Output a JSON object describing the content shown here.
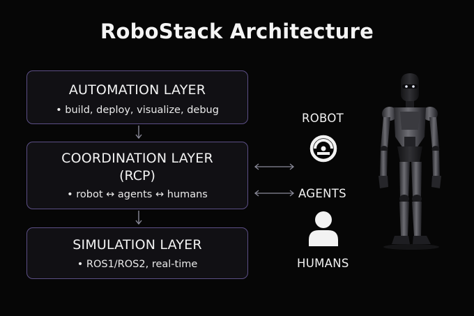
{
  "title": "RoboStack Architecture",
  "layers": [
    {
      "title": "AUTOMATION LAYER",
      "subtitle": "",
      "bullet": "build, deploy, visualize, debug"
    },
    {
      "title": "COORDINATION LAYER",
      "subtitle": "(RCP)",
      "bullet": "robot ↔ agents ↔ humans"
    },
    {
      "title": "SIMULATION LAYER",
      "subtitle": "",
      "bullet": "ROS1/ROS2, real-time"
    }
  ],
  "entities": {
    "robot": "ROBOT",
    "agents": "AGENTS",
    "humans": "HUMANS"
  },
  "colors": {
    "background": "#060606",
    "box_border": "#5c4f86",
    "arrow": "#8a8a99",
    "text": "#f2f2f2"
  },
  "icons": {
    "robot": "rcp-logo-icon",
    "humans": "person-icon",
    "illustration": "humanoid-robot-illustration"
  }
}
